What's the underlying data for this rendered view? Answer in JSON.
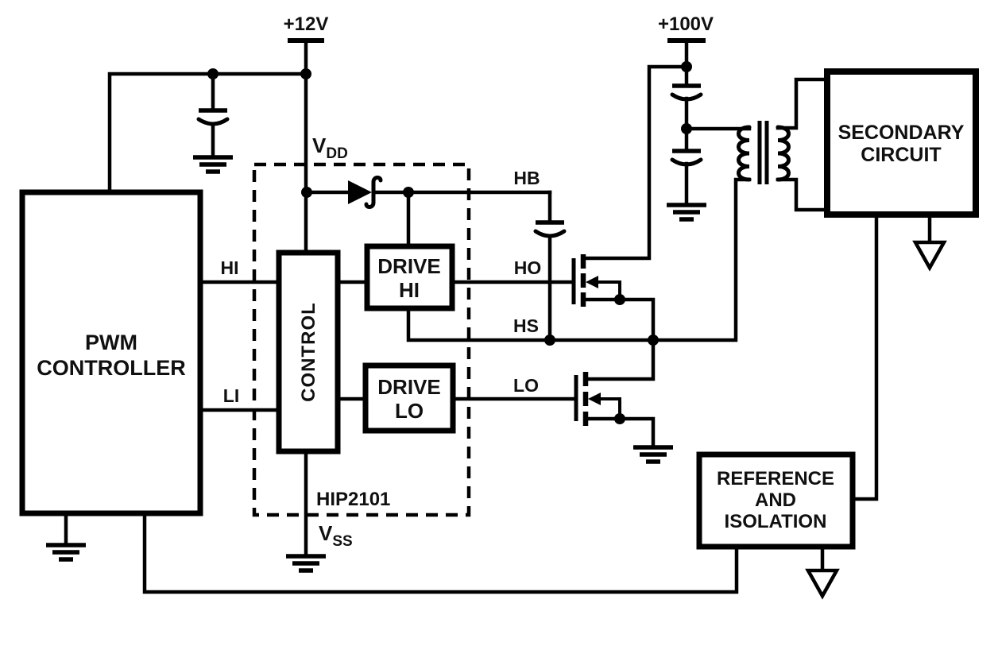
{
  "colors": {
    "background": "#ffffff",
    "line": "#000000",
    "text": "#101010"
  },
  "supplies": {
    "v12": "+12V",
    "v100": "+100V"
  },
  "pins": {
    "vdd": {
      "base": "V",
      "sub": "DD"
    },
    "vss": {
      "base": "V",
      "sub": "SS"
    },
    "hi": "HI",
    "li": "LI",
    "hb": "HB",
    "ho": "HO",
    "hs": "HS",
    "lo": "LO"
  },
  "blocks": {
    "pwm": {
      "line1": "PWM",
      "line2": "CONTROLLER"
    },
    "control": {
      "label": "CONTROL"
    },
    "drive_hi": {
      "line1": "DRIVE",
      "line2": "HI"
    },
    "drive_lo": {
      "line1": "DRIVE",
      "line2": "LO"
    },
    "ic": {
      "label": "HIP2101"
    },
    "secondary": {
      "line1": "SECONDARY",
      "line2": "CIRCUIT"
    },
    "reference": {
      "line1": "REFERENCE",
      "line2": "AND",
      "line3": "ISOLATION"
    }
  }
}
